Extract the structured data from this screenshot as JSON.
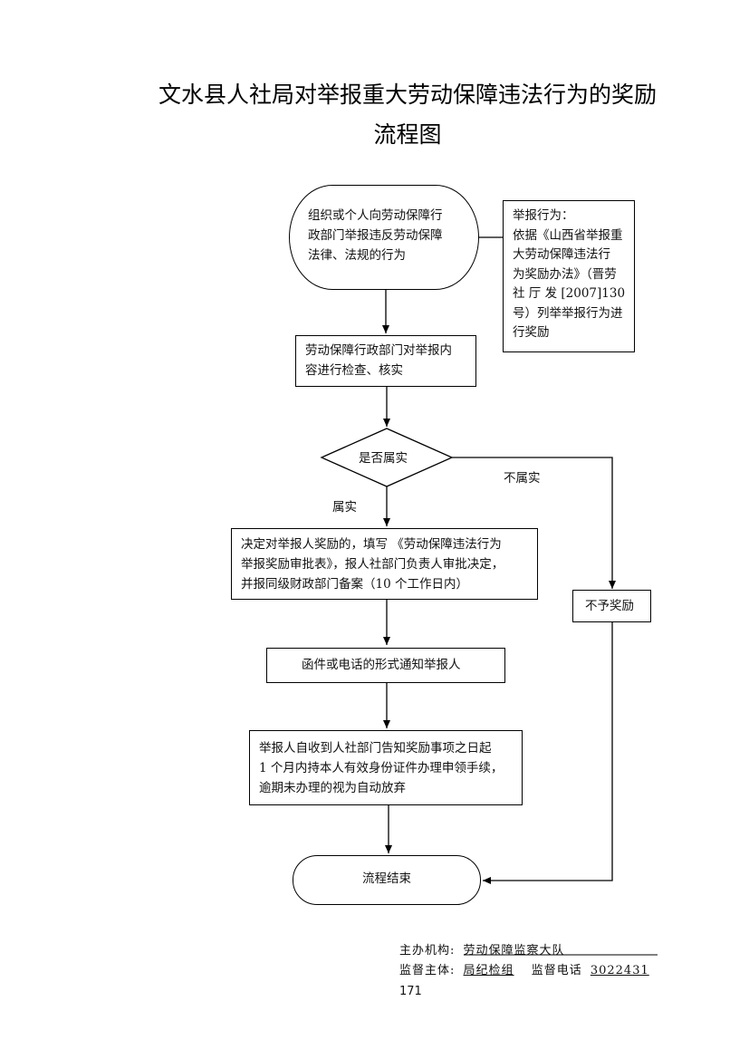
{
  "title": {
    "line1": "文水县人社局对举报重大劳动保障违法行为的奖励",
    "line2": "流程图"
  },
  "nodes": {
    "start": [
      "组织或个人向劳动保障行",
      "政部门举报违反劳动保障",
      "法律、法规的行为"
    ],
    "basis": [
      "举报行为：",
      "依据《山西省举报重",
      "大劳动保障违法行",
      "为奖励办法》（晋劳",
      "社 厅 发 [2007]130",
      "号）列举举报行为进",
      "行奖励"
    ],
    "inspect": [
      "劳动保障行政部门对举报内",
      "容进行检查、核实"
    ],
    "decision": "是否属实",
    "no_reward": "不予奖励",
    "decide_reward": [
      "决定对举报人奖励的，填写 《劳动保障违法行为",
      "举报奖励审批表》，报人社部门负责人审批决定，",
      "并报同级财政部门备案（10 个工作日内）"
    ],
    "notify": "函件或电话的形式通知举报人",
    "claim": [
      "举报人自收到人社部门告知奖励事项之日起",
      "1 个月内持本人有效身份证件办理申领手续，",
      "逾期未办理的视为自动放弃"
    ],
    "end": "流程结束"
  },
  "edge_labels": {
    "yes": "属实",
    "no": "不属实"
  },
  "footer": {
    "organizer_label": "主办机构:",
    "organizer_value": "劳动保障监察大队",
    "supervisor_label": "监督主体:",
    "supervisor_value": "局纪检组",
    "phone_label": "监督电话",
    "phone_value": "3022431"
  },
  "page_number": "171"
}
